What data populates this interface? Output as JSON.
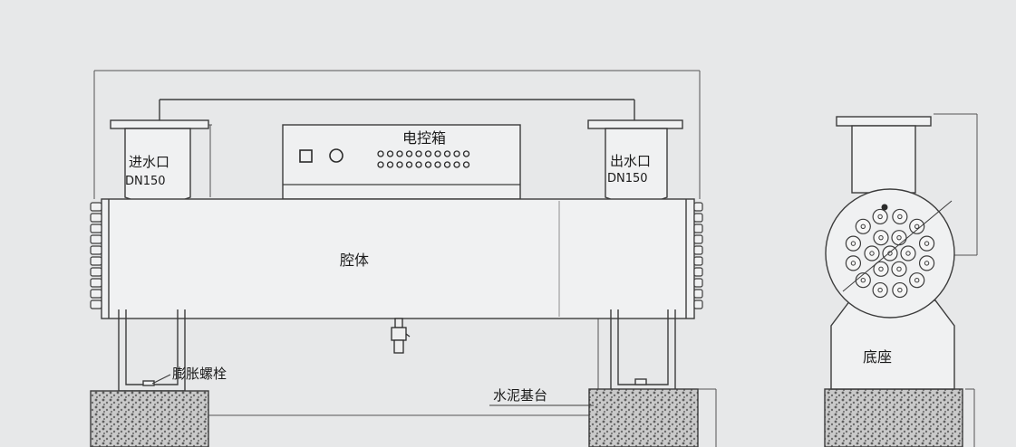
{
  "labels": {
    "inlet": "进水口",
    "inlet_size": "DN150",
    "outlet": "出水口",
    "outlet_size": "DN150",
    "control_box": "电控箱",
    "chamber": "腔体",
    "bolt": "膨胀螺栓",
    "cement_base": "水泥基台",
    "base": "底座"
  },
  "colors": {
    "paper": "#e7e8e9",
    "line": "#3c3c3c",
    "fill": "#f0f1f2",
    "concrete": "#8d8d8d"
  },
  "icons": {
    "switch": "square-switch-icon",
    "indicator": "circle-indicator-icon"
  }
}
